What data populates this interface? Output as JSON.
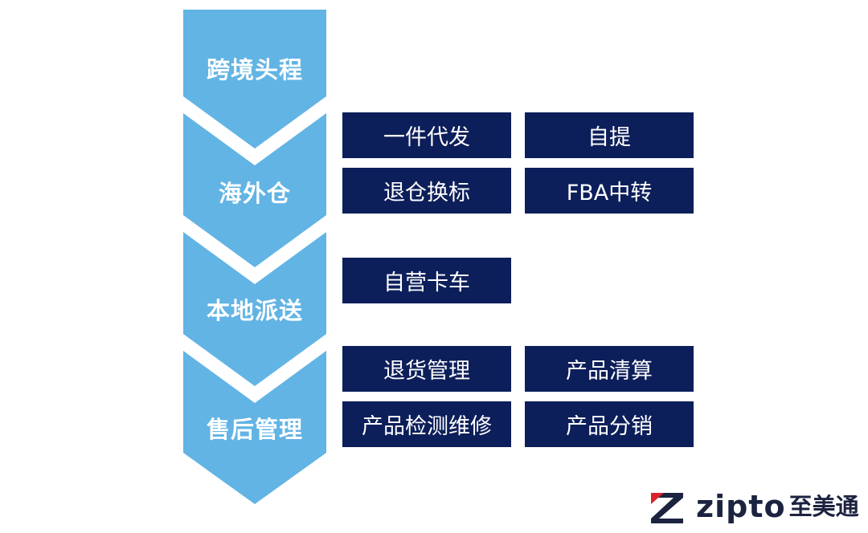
{
  "colors": {
    "chevron": "#62b4e4",
    "box": "#0d1f5a",
    "text": "#ffffff",
    "logo_red": "#d9242b",
    "logo_navy": "#1c2340"
  },
  "stages": [
    {
      "label": "跨境头程"
    },
    {
      "label": "海外仓"
    },
    {
      "label": "本地派送"
    },
    {
      "label": "售后管理"
    }
  ],
  "services": {
    "warehouse": [
      "一件代发",
      "自提",
      "退仓换标",
      "FBA中转"
    ],
    "delivery": [
      "自营卡车"
    ],
    "aftersales": [
      "退货管理",
      "产品清算",
      "产品检测维修",
      "产品分销"
    ]
  },
  "logo": {
    "text": "zipto",
    "cn": "至美通",
    "icon": "z-logo-icon"
  }
}
